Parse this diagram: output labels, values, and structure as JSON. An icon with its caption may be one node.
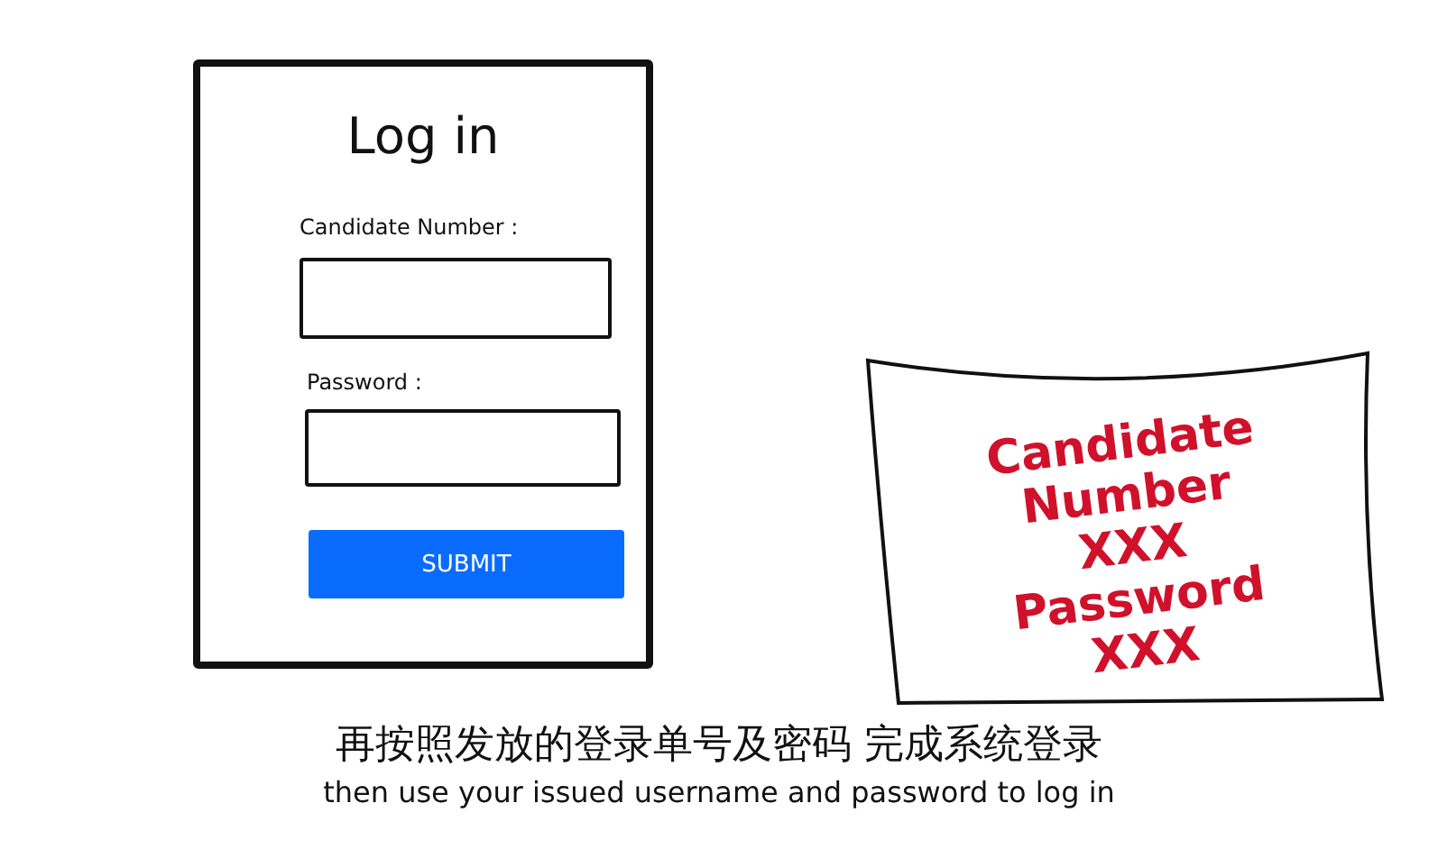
{
  "diagram": {
    "nodes": [
      {
        "text": [
          "Log in"
        ]
      },
      {
        "text": [],
        "shape": "box",
        "in": 0,
        "beside": [
          "Candidate Number :"
        ]
      },
      {
        "text": [],
        "shape": "box",
        "in": 0,
        "beside": [
          "Password :"
        ]
      },
      {
        "text": [
          "SUBMIT"
        ],
        "in": 0
      },
      {
        "text": [
          "Candidate Number",
          "XXX",
          "Password",
          "XXX"
        ]
      }
    ],
    "labels": [
      "再按照发放的登录单号及密码 完成系统登录",
      "then use your issued username and password to log in"
    ]
  }
}
